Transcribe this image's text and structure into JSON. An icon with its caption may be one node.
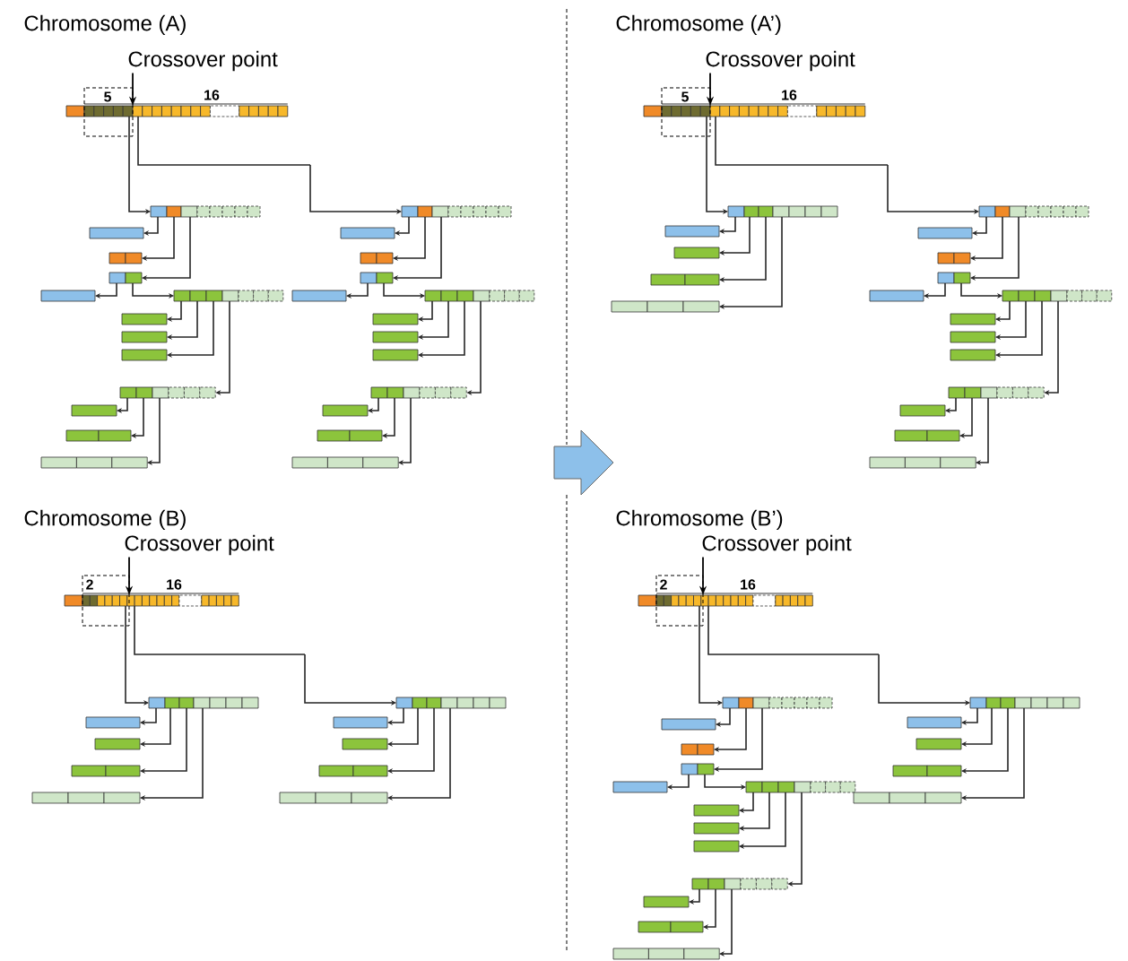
{
  "diagram": {
    "nodes": [
      {
        "text": [
          "Crossover point"
        ]
      },
      {
        "text": [],
        "shape": "bar"
      },
      {
        "text": [
          "Crossover point"
        ]
      },
      {
        "text": [],
        "shape": "bar"
      },
      {
        "text": [
          "Crossover point"
        ]
      },
      {
        "text": [],
        "shape": "bar"
      },
      {
        "text": [
          "Crossover point"
        ]
      },
      {
        "text": [],
        "shape": "bar"
      }
    ],
    "edges": [
      {
        "from": 0,
        "to": 1,
        "arrow": "to"
      },
      {
        "from": 2,
        "to": 3,
        "arrow": "to"
      },
      {
        "from": 4,
        "to": 5,
        "arrow": "to"
      },
      {
        "from": 6,
        "to": 7,
        "arrow": "to"
      }
    ],
    "labels": [
      "Chromosome (A)",
      "5",
      "16",
      "Chromosome (A’)",
      "5",
      "16",
      "Chromosome (B)",
      "2",
      "16",
      "Chromosome (B’)",
      "2",
      "16"
    ]
  }
}
